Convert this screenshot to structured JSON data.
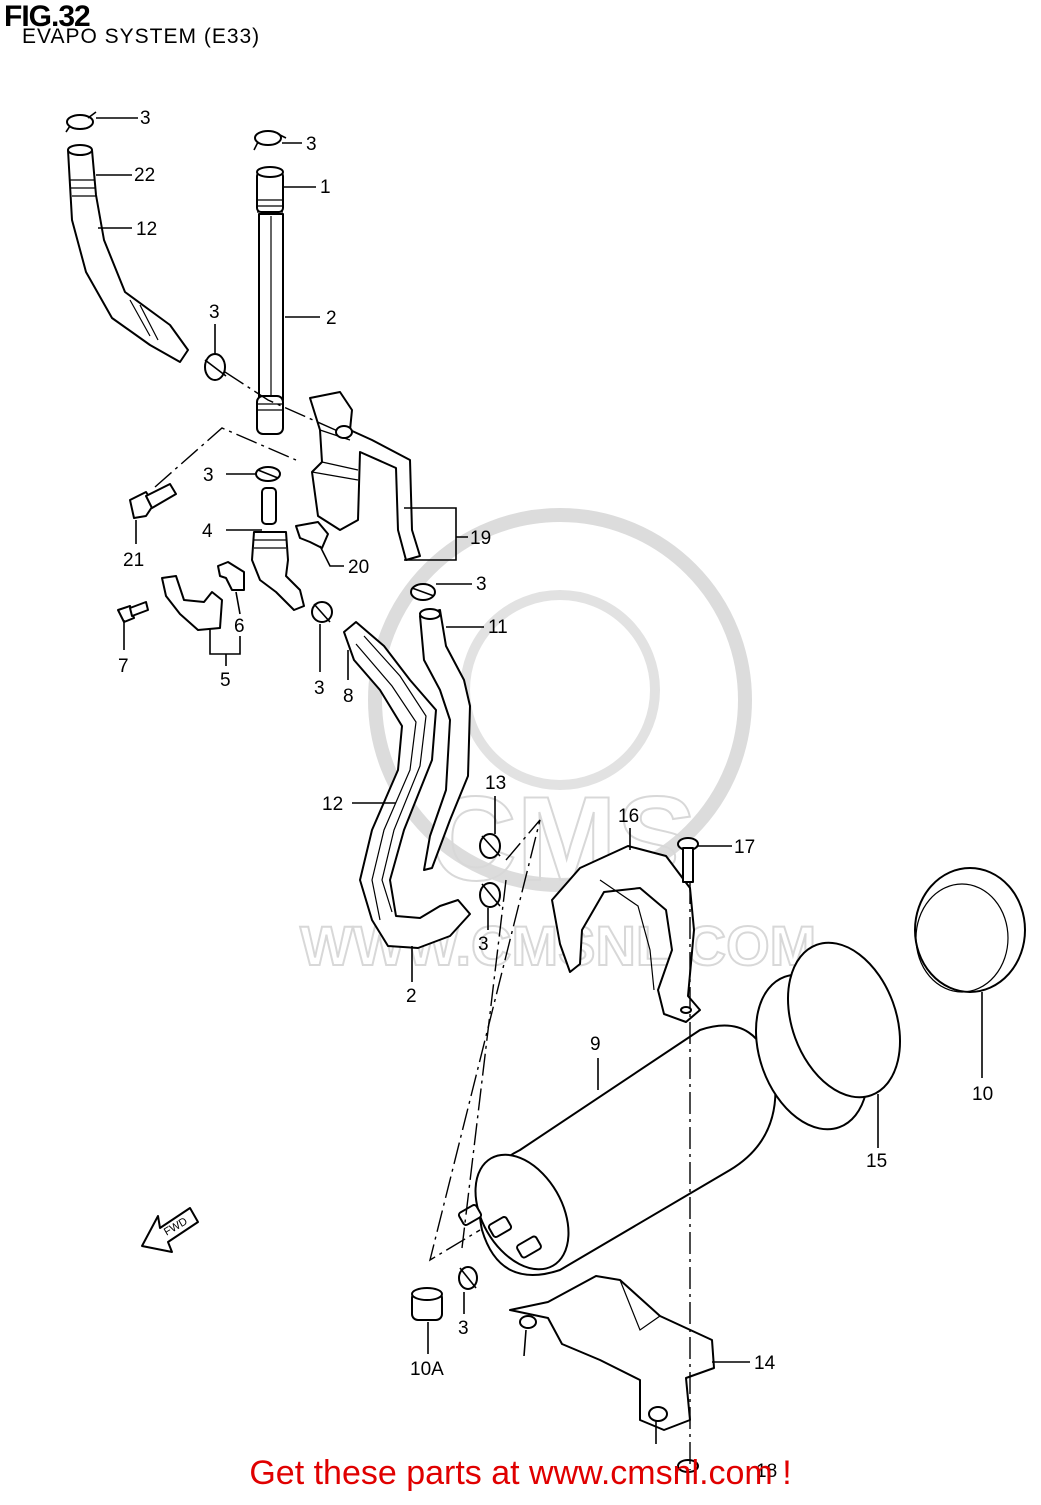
{
  "header": {
    "fig_label": "FIG.32",
    "subtitle": "EVAPO SYSTEM (E33)"
  },
  "watermark": {
    "logo_text": "CMS",
    "url_text": "WWW.CMSNL.COM"
  },
  "fwd_arrow_label": "FWD",
  "callouts": {
    "c3_top_left": "3",
    "c22": "22",
    "c12_top": "12",
    "c3_top_mid": "3",
    "c1": "1",
    "c2_top": "2",
    "c3_left_mid": "3",
    "c3_valve": "3",
    "c4": "4",
    "c21": "21",
    "c19": "19",
    "c20": "20",
    "c6": "6",
    "c7": "7",
    "c5": "5",
    "c3_hose8": "3",
    "c8": "8",
    "c3_hose11": "3",
    "c11": "11",
    "c12_mid": "12",
    "c13": "13",
    "c3_mid_clamp": "3",
    "c2_bottom": "2",
    "c16": "16",
    "c17": "17",
    "c9": "9",
    "c10": "10",
    "c15": "15",
    "c10a": "10A",
    "c3_bottom": "3",
    "c14": "14",
    "c18": "18"
  },
  "footer": {
    "link_text": "Get these parts at www.cmsnl.com !"
  }
}
